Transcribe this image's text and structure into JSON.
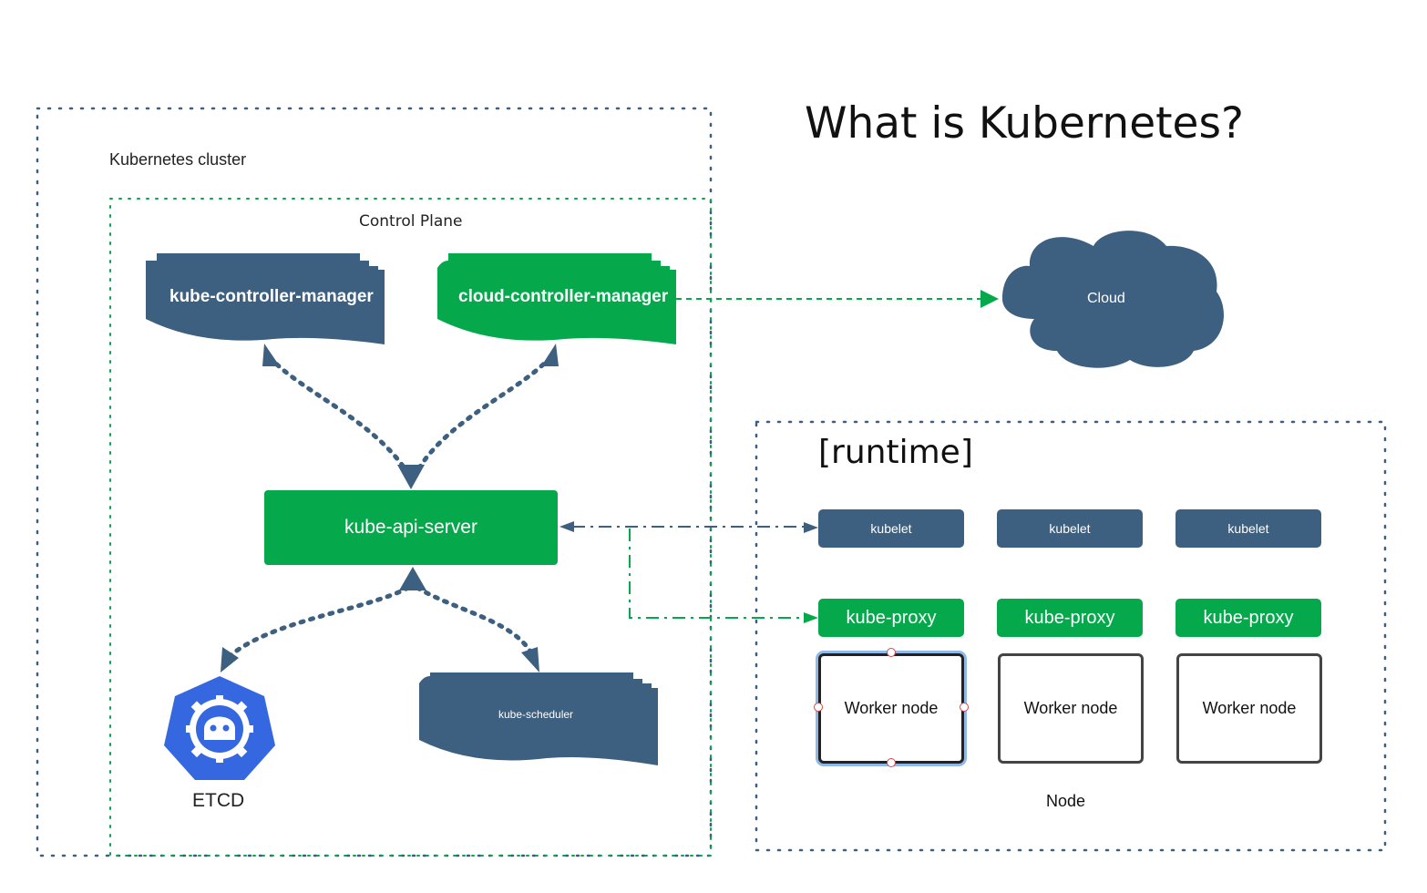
{
  "title": "What is Kubernetes?",
  "cluster": {
    "label": "Kubernetes cluster"
  },
  "control_plane": {
    "label": "Control Plane",
    "kube_controller_manager": "kube-controller-manager",
    "cloud_controller_manager": "cloud-controller-manager",
    "api_server": "kube-api-server",
    "scheduler": "kube-scheduler",
    "etcd": "ETCD"
  },
  "cloud": {
    "label": "Cloud"
  },
  "node": {
    "runtime_label": "[runtime]",
    "label": "Node",
    "kubelets": [
      "kubelet",
      "kubelet",
      "kubelet"
    ],
    "proxies": [
      "kube-proxy",
      "kube-proxy",
      "kube-proxy"
    ],
    "workers": [
      "Worker node",
      "Worker node",
      "Worker node"
    ]
  },
  "colors": {
    "navy": "#3d5f80",
    "green": "#05a84b",
    "etcd_blue": "#3568e0",
    "dotted_border": "#3d5f80"
  }
}
